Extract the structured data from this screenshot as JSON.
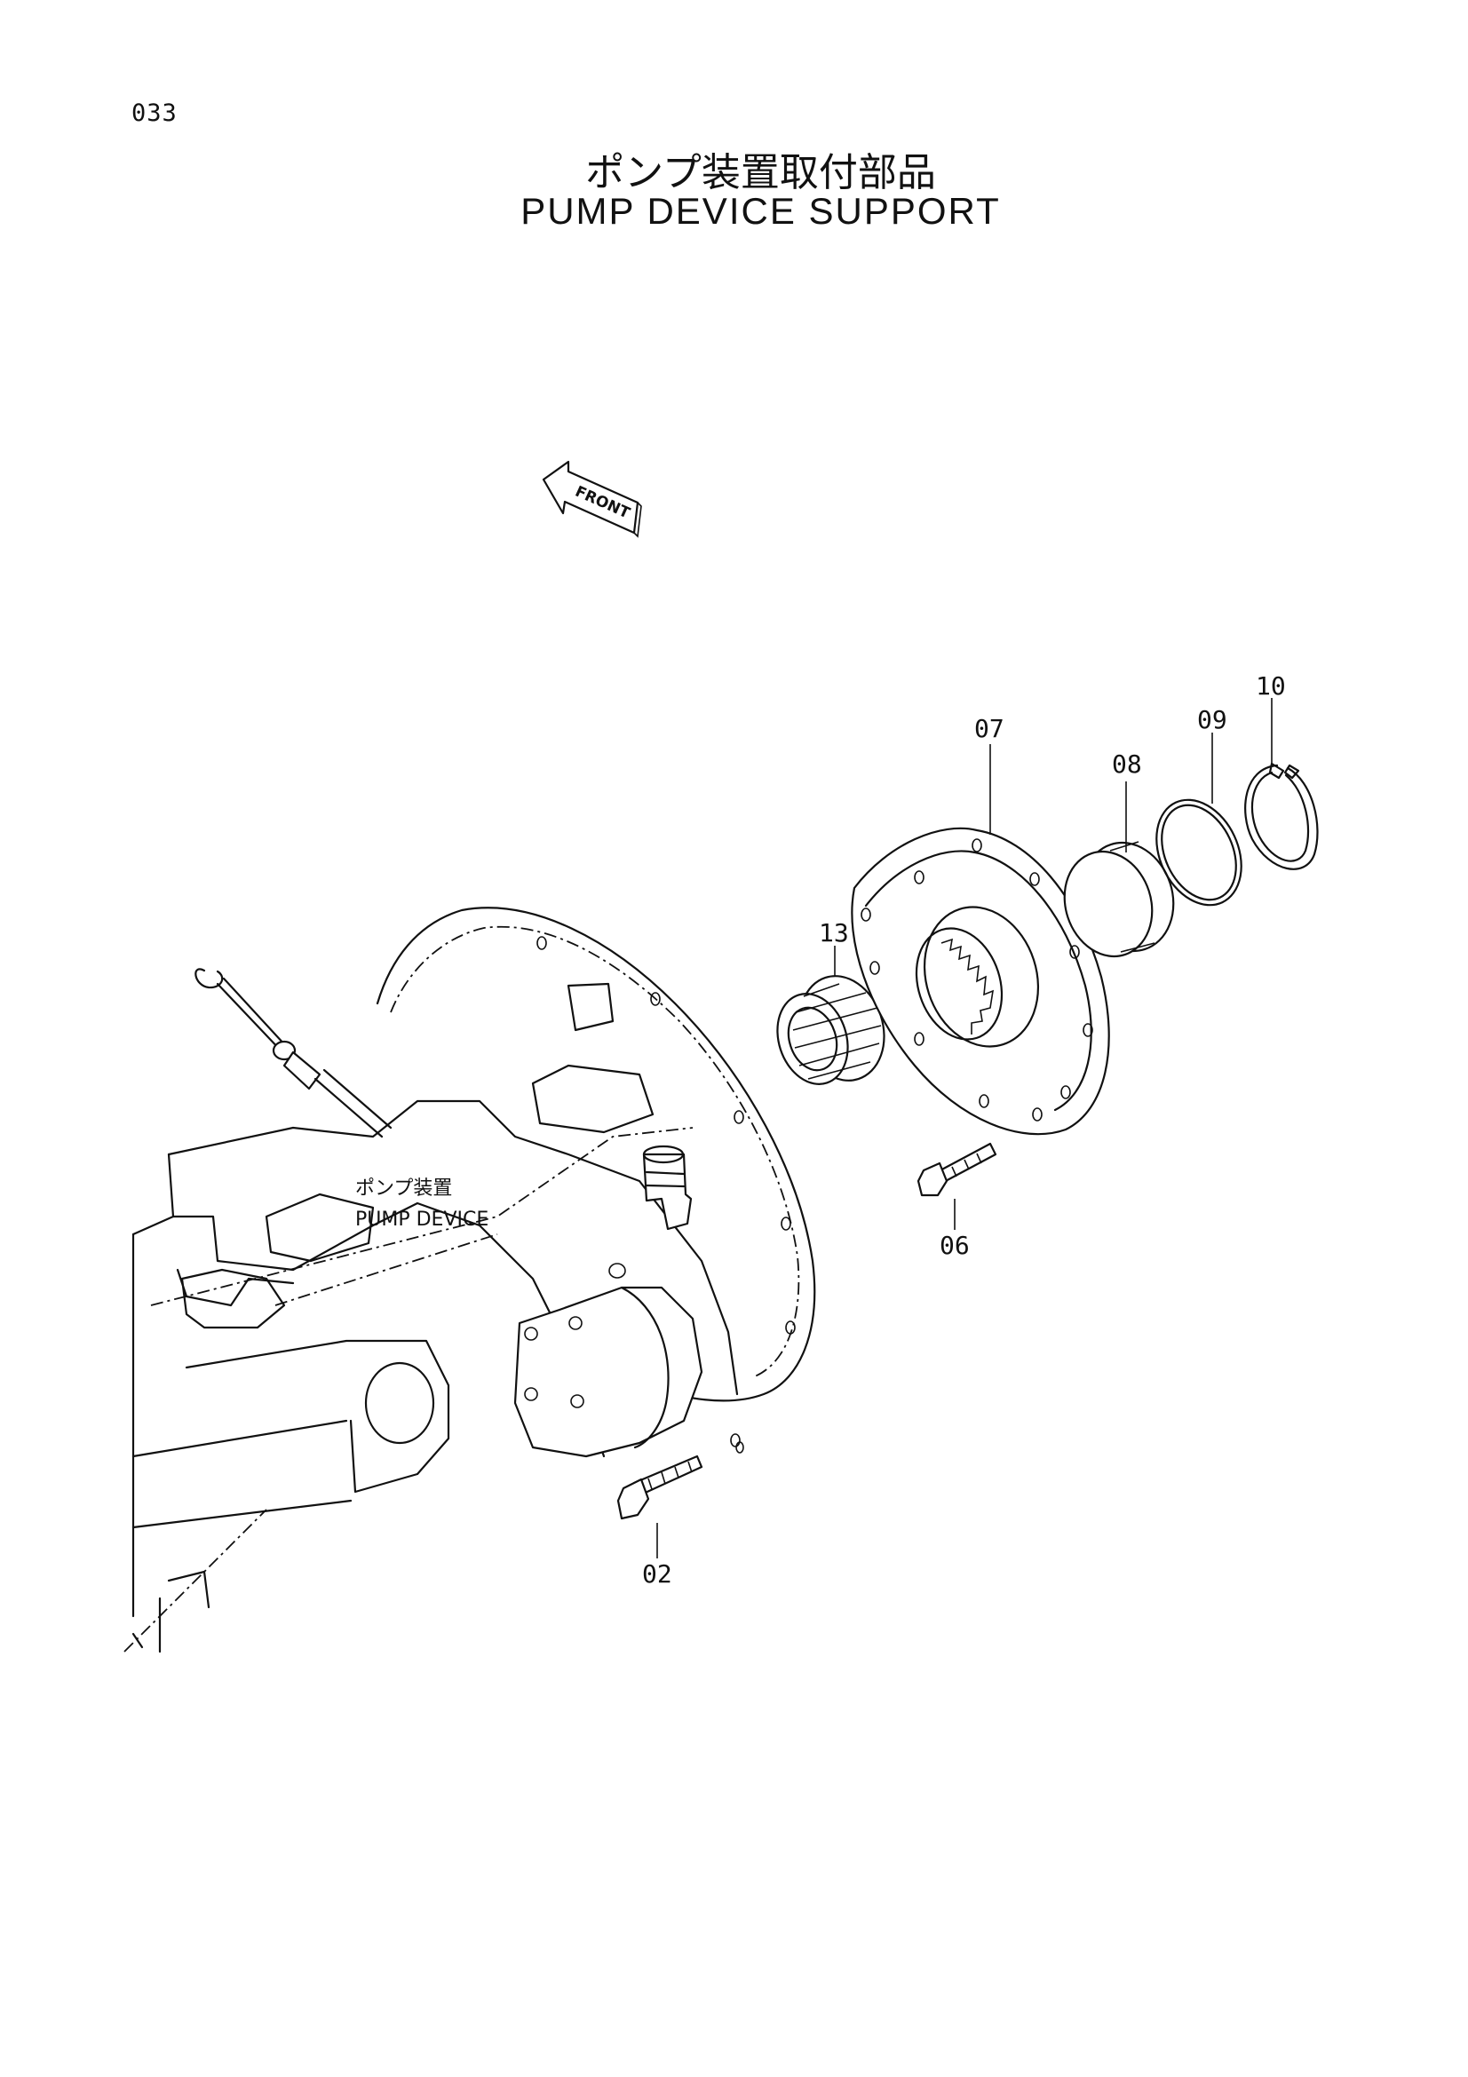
{
  "page_number": "033",
  "title_jp": "ポンプ装置取付部品",
  "title_en": "PUMP DEVICE SUPPORT",
  "front_arrow_label": "FRONT",
  "assembly_label_jp": "ポンプ装置",
  "assembly_label_en": "PUMP DEVICE",
  "callouts": {
    "c02": "02",
    "c06": "06",
    "c07": "07",
    "c08": "08",
    "c09": "09",
    "c10": "10",
    "c13": "13"
  }
}
